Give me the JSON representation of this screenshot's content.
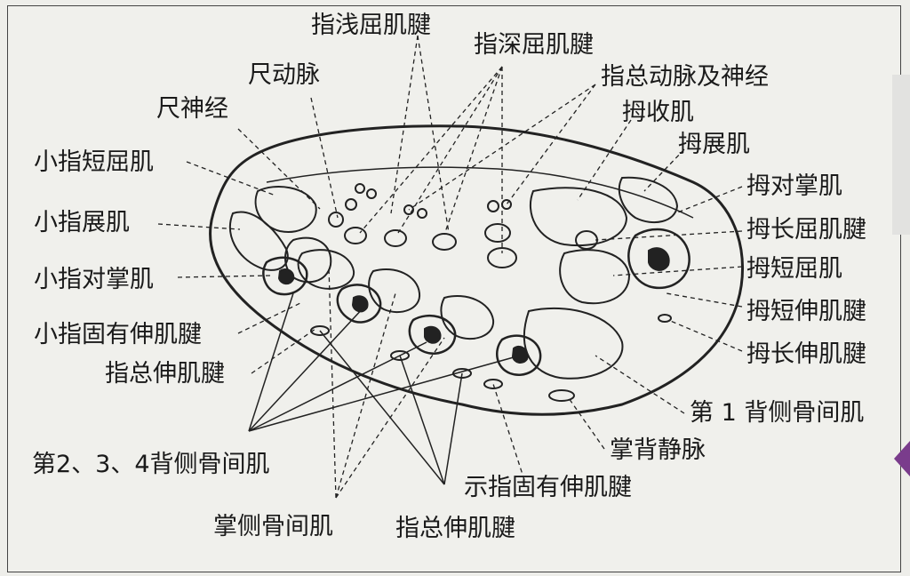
{
  "labels": {
    "fds": "指浅屈肌腱",
    "fdp": "指深屈肌腱",
    "common_digital": "指总动脉及神经",
    "ulnar_artery": "尺动脉",
    "adductor_pollicis": "拇收肌",
    "ulnar_nerve": "尺神经",
    "abductor_pollicis": "拇展肌",
    "fdm_brevis": "小指短屈肌",
    "opponens_pollicis": "拇对掌肌",
    "abductor_dm": "小指展肌",
    "fpl_tendon": "拇长屈肌腱",
    "opponens_dm": "小指对掌肌",
    "fpb": "拇短屈肌",
    "edm_tendon": "小指固有伸肌腱",
    "epb_tendon": "拇短伸肌腱",
    "ed_tendon_left": "指总伸肌腱",
    "epl_tendon": "拇长伸肌腱",
    "first_dorsal_interosseous": "第 1 背侧骨间肌",
    "dorsal_metacarpal_vein": "掌背静脉",
    "dorsal_interossei_234": "第2、3、4背侧骨间肌",
    "extensor_indicis_tendon": "示指固有伸肌腱",
    "palmar_interossei": "掌侧骨间肌",
    "ed_tendon_bottom": "指总伸肌腱"
  }
}
